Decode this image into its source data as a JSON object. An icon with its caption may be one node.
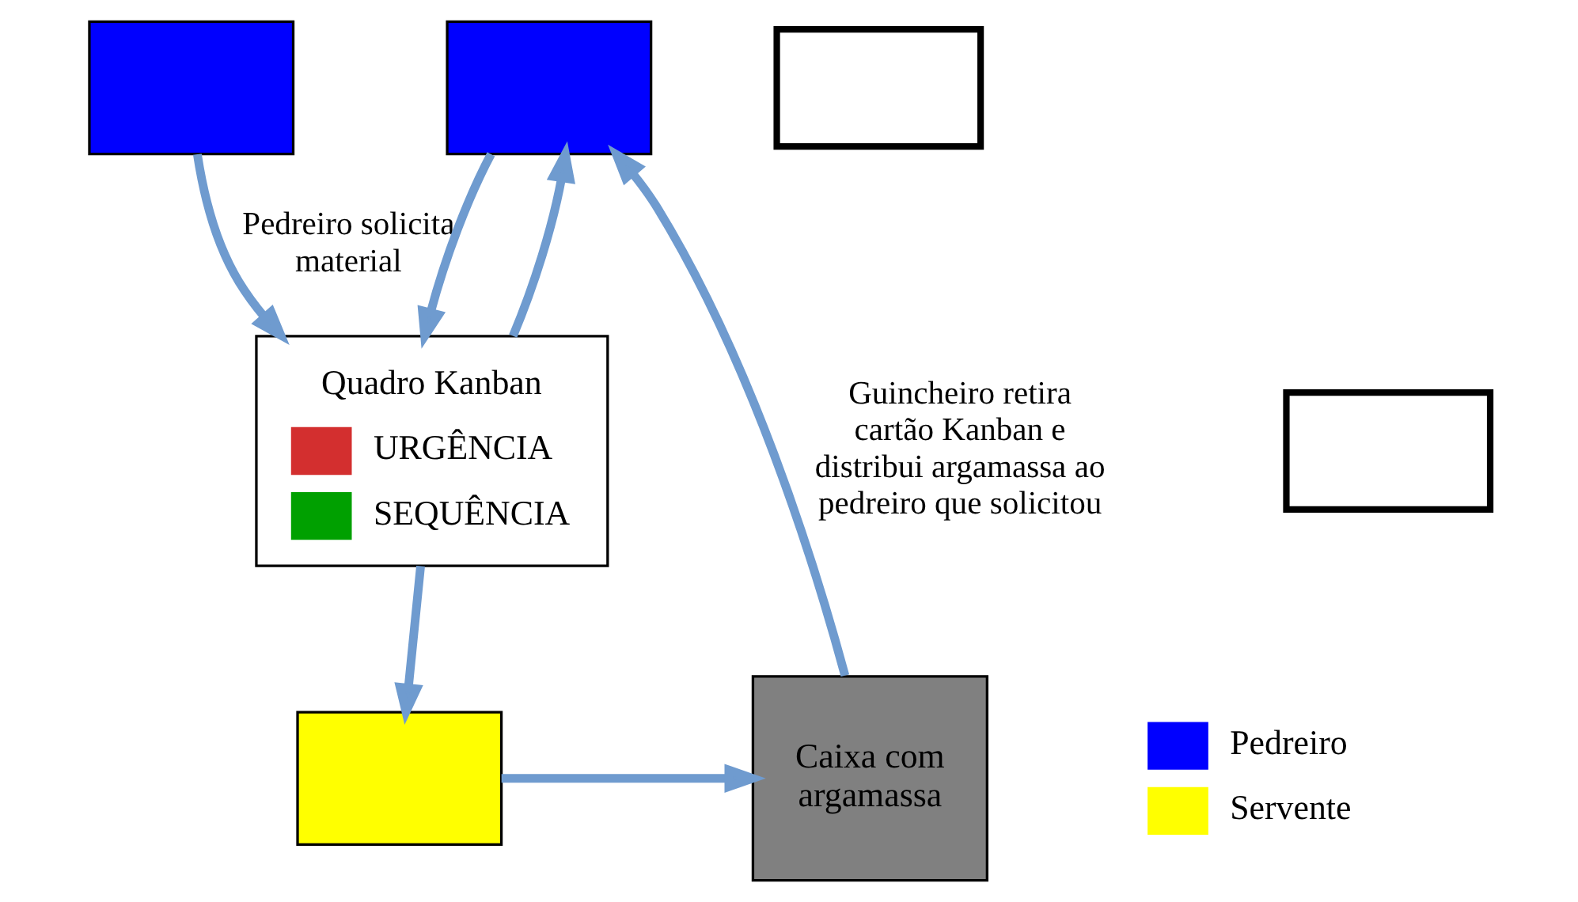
{
  "diagram": {
    "nodes": [
      {
        "text": [],
        "shape": "box"
      },
      {
        "text": [],
        "shape": "box"
      },
      {
        "text": [],
        "shape": "box"
      },
      {
        "text": [
          "Quadro Kanban"
        ]
      },
      {
        "text": [],
        "shape": "box"
      },
      {
        "text": [],
        "shape": "box"
      },
      {
        "text": [
          "Caixa com argamassa"
        ]
      }
    ],
    "edges": [
      {
        "from": 0,
        "to": 3,
        "arrow": "to",
        "label": "Pedreiro solicita material"
      },
      {
        "from": 1,
        "to": 3,
        "arrow": "to"
      },
      {
        "from": 3,
        "to": 5,
        "arrow": "to"
      },
      {
        "from": 3,
        "to": 1,
        "arrow": "to"
      },
      {
        "from": 5,
        "to": 6,
        "arrow": "to"
      },
      {
        "from": 6,
        "to": 1,
        "arrow": "to",
        "label": "Guincheiro retira cartão Kanban e distribui argamassa ao pedreiro que solicitou"
      }
    ],
    "legend": [
      {
        "text": "URGÊNCIA",
        "color": "#d32f2f"
      },
      {
        "text": "SEQUÊNCIA",
        "color": "#00a000"
      },
      {
        "text": "Pedreiro",
        "color": "#0000ff"
      },
      {
        "text": "Servente",
        "color": "#ffff00"
      }
    ]
  }
}
